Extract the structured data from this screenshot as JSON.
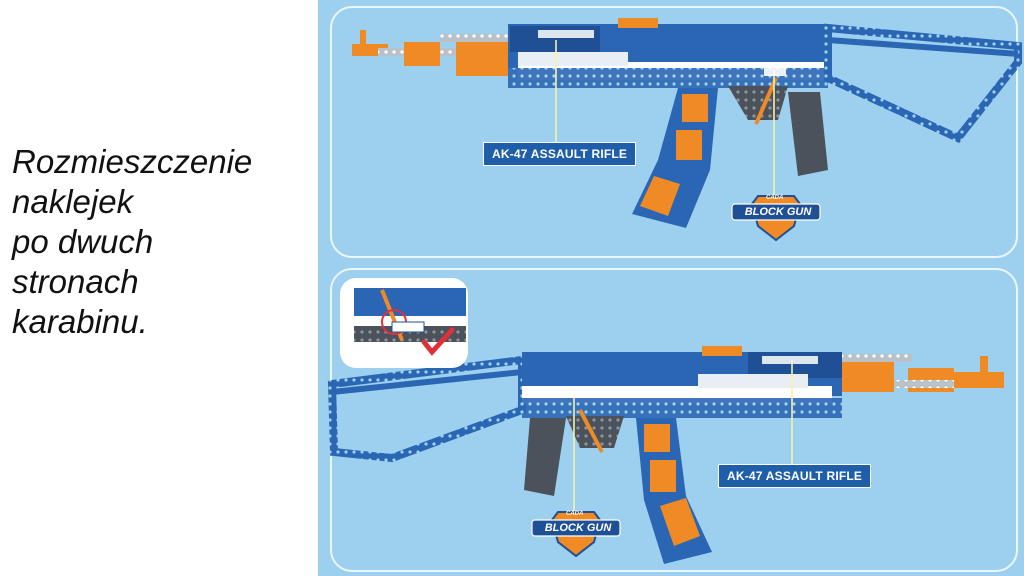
{
  "caption": {
    "lines": [
      "Rozmieszczenie",
      "naklejek",
      "po dwuch",
      "stronach",
      "karabinu."
    ]
  },
  "stickers": {
    "rifle_label": "AK-47 ASSAULT RIFLE",
    "logo_small": "CADA",
    "logo_main": "BLOCK GUN"
  },
  "colors": {
    "background": "#9dd0ee",
    "blue": "#2a66b4",
    "dark_blue": "#1f4f94",
    "orange": "#f08a24",
    "gray": "#555c66",
    "white": "#ffffff"
  }
}
